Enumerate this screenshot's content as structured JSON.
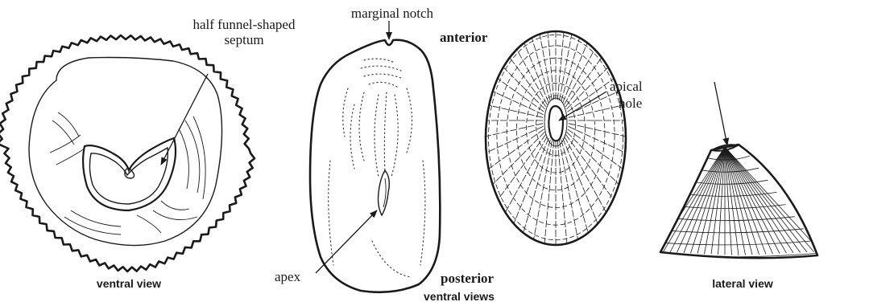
{
  "labels": {
    "septum_line1": "half funnel-shaped",
    "septum_line2": "septum",
    "marginal_notch": "marginal notch",
    "anterior": "anterior",
    "apex": "apex",
    "posterior": "posterior",
    "apical_hole_line1": "apical",
    "apical_hole_line2": "hole"
  },
  "captions": {
    "ventral_view": "ventral view",
    "ventral_views": "ventral views",
    "lateral_view": "lateral view"
  },
  "colors": {
    "ink": "#1a1a1a",
    "background": "#ffffff"
  }
}
